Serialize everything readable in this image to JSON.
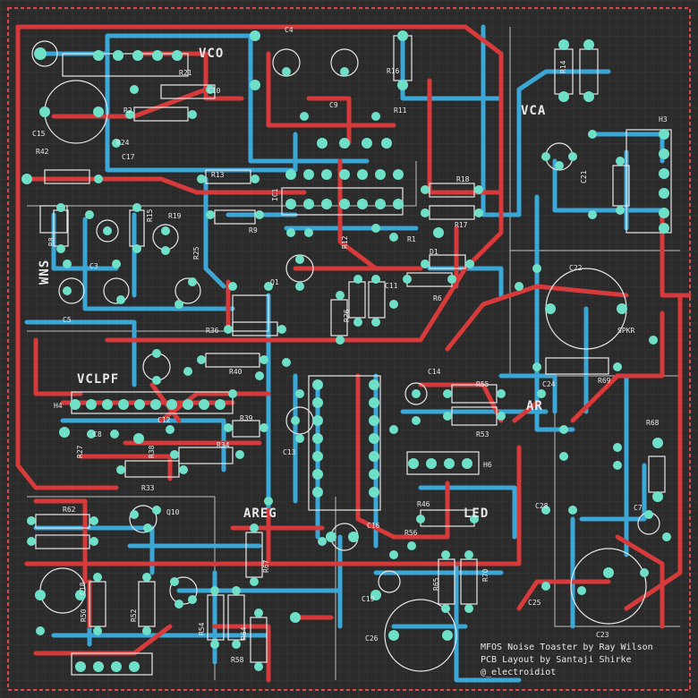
{
  "board": {
    "colors": {
      "substrate": "#2b2b2b",
      "grid": "#3a3a3a",
      "front_copper": "#d63a3a",
      "back_copper": "#3aa7d6",
      "pad": "#6fe0c8",
      "silkscreen": "#e8e8e8",
      "edge_cuts": "#e04848"
    }
  },
  "section_labels": {
    "vco": "VCO",
    "vca": "VCA",
    "wns": "WNS",
    "vclpf": "VCLPF",
    "areg": "AREG",
    "led": "LED",
    "ar": "AR"
  },
  "credits": {
    "line1": "MFOS Noise Toaster by Ray Wilson",
    "line2": "PCB Layout by Santaji Shirke",
    "line3": "@_electroidiot"
  },
  "refs": {
    "c15": "C15",
    "r42": "R42",
    "r24": "R24",
    "r2": "R2",
    "r21": "R21",
    "c4": "C4",
    "r16": "R16",
    "c9": "C9",
    "r11": "R11",
    "ic1": "IC1",
    "r18": "R18",
    "r17": "R17",
    "r14": "R14",
    "r15": "R15",
    "r19": "R19",
    "r25": "R25",
    "r9": "R9",
    "r8": "R8",
    "r26": "R26",
    "c11": "C11",
    "r6": "R6",
    "c22": "C22",
    "spkr": "SPKR",
    "r69": "R69",
    "c24": "C24",
    "c14": "C14",
    "r55": "R55",
    "r53": "R53",
    "r34": "R34",
    "r33": "R33",
    "r39": "R39",
    "c12": "C12",
    "c13": "C13",
    "r40": "R40",
    "r67": "R67",
    "c16": "C16",
    "r46": "R46",
    "r58": "R58",
    "c19": "C19",
    "c28": "C28",
    "c25": "C25",
    "c23": "C23",
    "r65": "R65",
    "r70": "R70",
    "c18": "C18",
    "r50": "R50",
    "r52": "R52",
    "r54": "R54",
    "r64": "R64",
    "r56": "R56",
    "r68": "R68",
    "c7": "C7",
    "q10": "Q10",
    "c21": "C21",
    "r62": "R62",
    "r27": "R27",
    "r38": "R38",
    "c10": "C10",
    "c17": "C17",
    "c5": "C5",
    "q1": "Q1",
    "r12": "R12",
    "r1": "R1",
    "d1": "D1",
    "c8": "C8",
    "r13": "R13",
    "c3": "C3",
    "r36": "R36",
    "c26": "C26",
    "h3": "H3",
    "h4": "H4",
    "h6": "H6"
  }
}
